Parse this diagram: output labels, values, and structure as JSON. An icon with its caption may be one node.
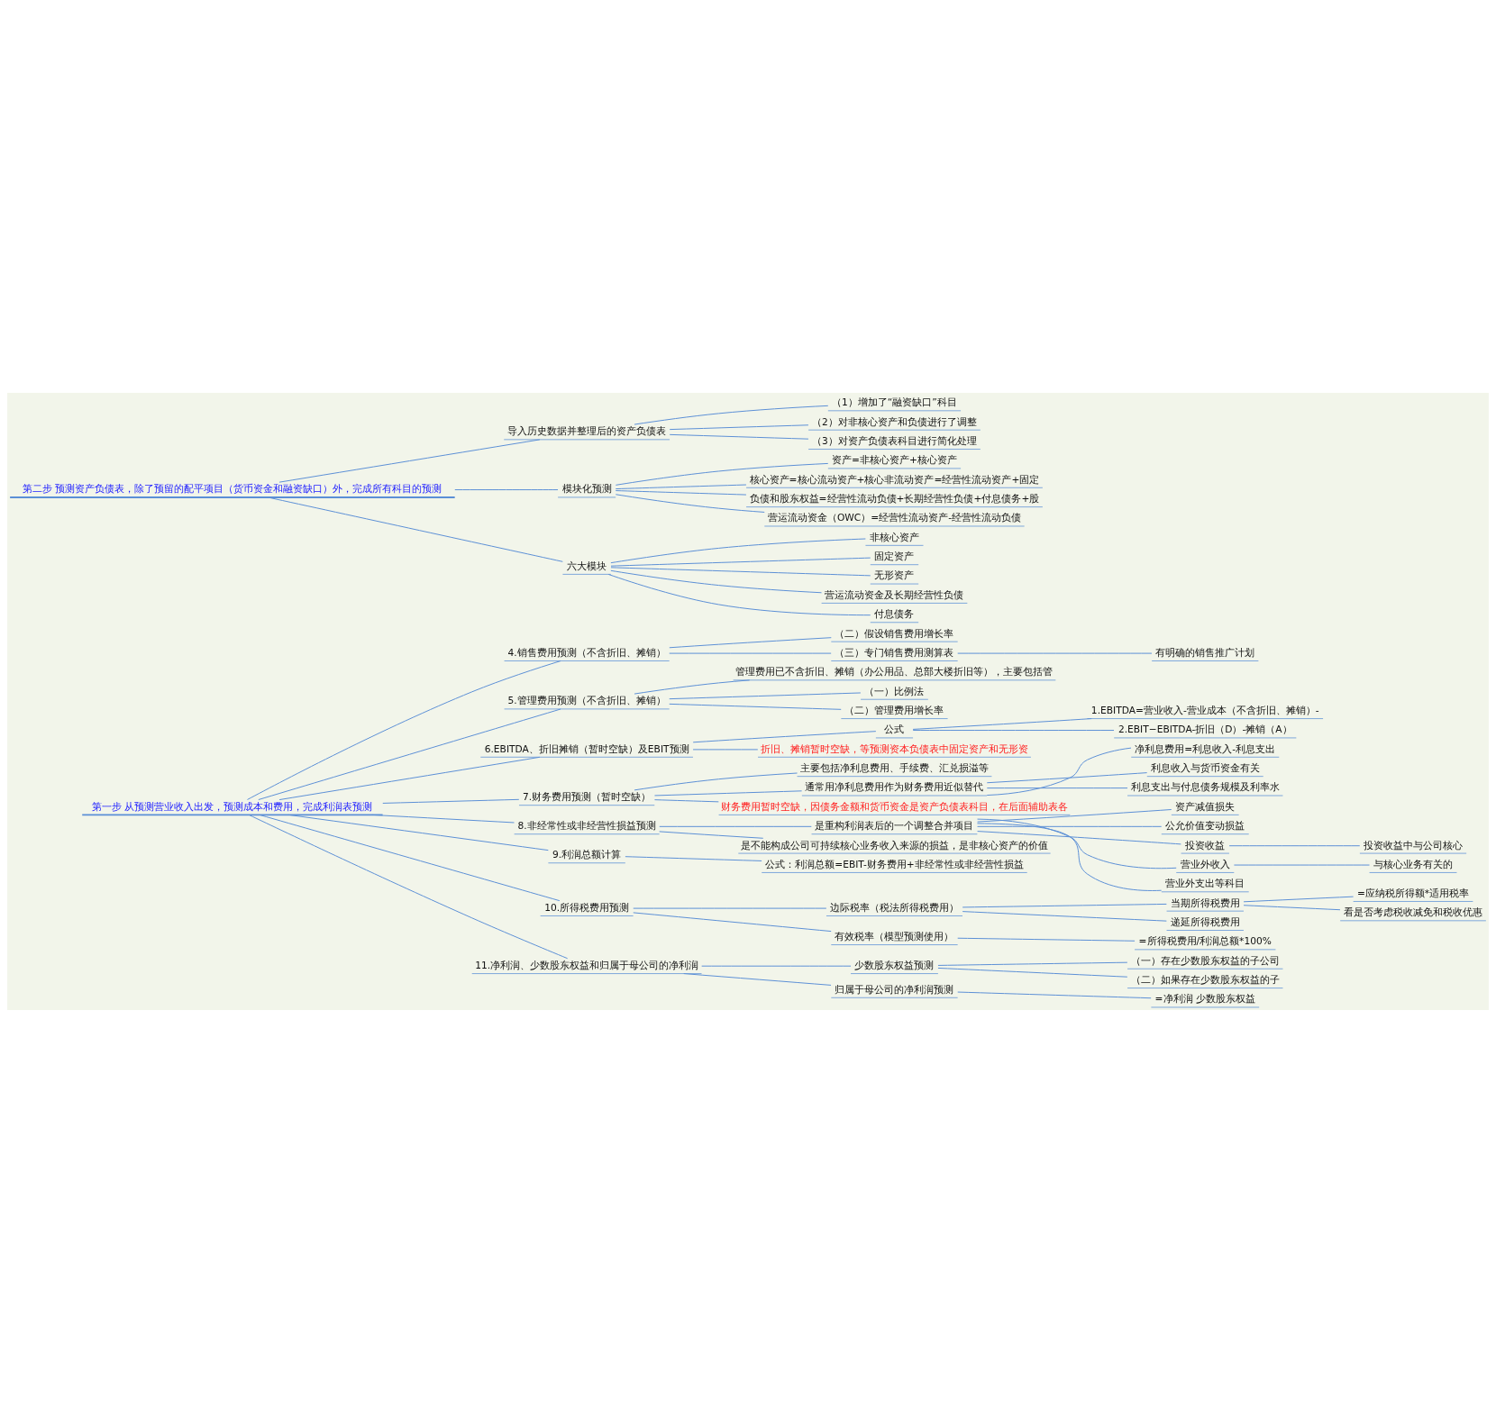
{
  "diagram": {
    "nodes": [
      {
        "text": [
          "第一步 从预测营业收入出发，预测成本和费用，完成利润表预测"
        ]
      },
      {
        "text": [
          "4.销售费用预测（不含折旧、摊销）"
        ]
      },
      {
        "text": [
          "（二）假设销售费用增长率"
        ]
      },
      {
        "text": [
          "（三）专门销售费用测算表"
        ]
      },
      {
        "text": [
          "有明确的销售推广计划"
        ]
      },
      {
        "text": [
          "5.管理费用预测（不含折旧、摊销）"
        ]
      },
      {
        "text": [
          "管理费用已不含折旧、摊销（办公用品、总部大楼折旧等），主要包括管"
        ]
      },
      {
        "text": [
          "（一）比例法"
        ]
      },
      {
        "text": [
          "（二）管理费用增长率"
        ]
      },
      {
        "text": [
          "6.EBITDA、折旧摊销（暂时空缺）及EBIT预测"
        ]
      },
      {
        "text": [
          "公式"
        ]
      },
      {
        "text": [
          "1.EBITDA=营业收入-营业成本（不含折旧、摊销）-"
        ]
      },
      {
        "text": [
          "2.EBIT−EBITDA-折旧（D）-摊销（A）"
        ]
      },
      {
        "text": [
          "折旧、摊销暂时空缺，等预测资本负债表中固定资产和无形资"
        ]
      },
      {
        "text": [
          "7.财务费用预测（暂时空缺）"
        ]
      },
      {
        "text": [
          "主要包括净利息费用、手续费、汇兑损溢等"
        ]
      },
      {
        "text": [
          "通常用净利息费用作为财务费用近似替代"
        ]
      },
      {
        "text": [
          "净利息费用=利息收入-利息支出"
        ]
      },
      {
        "text": [
          "利息收入与货币资金有关"
        ]
      },
      {
        "text": [
          "利息支出与付息债务规模及利率水"
        ]
      },
      {
        "text": [
          "财务费用暂时空缺，因债务金额和货币资金是资产负债表科目，在后面辅助表各"
        ]
      },
      {
        "text": [
          "8.非经常性或非经营性损益预测"
        ]
      },
      {
        "text": [
          "是重构利润表后的一个调整合并项目"
        ]
      },
      {
        "text": [
          "资产减值损失"
        ]
      },
      {
        "text": [
          "公允价值变动损益"
        ]
      },
      {
        "text": [
          "投资收益"
        ]
      },
      {
        "text": [
          "投资收益中与公司核心"
        ]
      },
      {
        "text": [
          "营业外收入"
        ]
      },
      {
        "text": [
          "与核心业务有关的"
        ]
      },
      {
        "text": [
          "营业外支出等科目"
        ]
      },
      {
        "text": [
          "是不能构成公司可持续核心业务收入来源的损益，是非核心资产的价值"
        ]
      },
      {
        "text": [
          "9.利润总额计算"
        ]
      },
      {
        "text": [
          "公式：利润总额=EBIT-财务费用+非经常性或非经营性损益"
        ]
      },
      {
        "text": [
          "10.所得税费用预测"
        ]
      },
      {
        "text": [
          "边际税率（税法所得税费用）"
        ]
      },
      {
        "text": [
          "当期所得税费用"
        ]
      },
      {
        "text": [
          "=应纳税所得额*适用税率"
        ]
      },
      {
        "text": [
          "看是否考虑税收减免和税收优惠"
        ]
      },
      {
        "text": [
          "递延所得税费用"
        ]
      },
      {
        "text": [
          "有效税率（模型预测使用）"
        ]
      },
      {
        "text": [
          "=所得税费用/利润总额*100%"
        ]
      },
      {
        "text": [
          "11.净利润、少数股东权益和归属于母公司的净利润"
        ]
      },
      {
        "text": [
          "少数股东权益预测"
        ]
      },
      {
        "text": [
          "（一）存在少数股东权益的子公司"
        ]
      },
      {
        "text": [
          "（二）如果存在少数股东权益的子"
        ]
      },
      {
        "text": [
          "归属于母公司的净利润预测"
        ]
      },
      {
        "text": [
          "=净利润 少数股东权益"
        ]
      },
      {
        "text": [
          "第二步 预测资产负债表，除了预留的配平项目（货币资金和融资缺口）外，完成所有科目的预测"
        ]
      },
      {
        "text": [
          "导入历史数据并整理后的资产负债表"
        ]
      },
      {
        "text": [
          "（1）增加了“融资缺口”科目"
        ]
      },
      {
        "text": [
          "（2）对非核心资产和负债进行了调整"
        ]
      },
      {
        "text": [
          "（3）对资产负债表科目进行简化处理"
        ]
      },
      {
        "text": [
          "模块化预测"
        ]
      },
      {
        "text": [
          "资产=非核心资产+核心资产"
        ]
      },
      {
        "text": [
          "核心资产=核心流动资产+核心非流动资产=经营性流动资产+固定"
        ]
      },
      {
        "text": [
          "负债和股东权益=经营性流动负债+长期经营性负债+付息债务+股"
        ]
      },
      {
        "text": [
          "营运流动资金（OWC）=经营性流动资产-经营性流动负债"
        ]
      },
      {
        "text": [
          "六大模块"
        ]
      },
      {
        "text": [
          "非核心资产"
        ]
      },
      {
        "text": [
          "固定资产"
        ]
      },
      {
        "text": [
          "无形资产"
        ]
      },
      {
        "text": [
          "营运流动资金及长期经营性负债"
        ]
      },
      {
        "text": [
          "付息债务"
        ]
      }
    ],
    "edges": [
      {
        "from": 0,
        "to": 1,
        "arrow": "none"
      },
      {
        "from": 1,
        "to": 2,
        "arrow": "none"
      },
      {
        "from": 1,
        "to": 3,
        "arrow": "none"
      },
      {
        "from": 3,
        "to": 4,
        "arrow": "none"
      },
      {
        "from": 0,
        "to": 5,
        "arrow": "none"
      },
      {
        "from": 5,
        "to": 6,
        "arrow": "none"
      },
      {
        "from": 5,
        "to": 7,
        "arrow": "none"
      },
      {
        "from": 5,
        "to": 8,
        "arrow": "none"
      },
      {
        "from": 0,
        "to": 9,
        "arrow": "none"
      },
      {
        "from": 9,
        "to": 10,
        "arrow": "none"
      },
      {
        "from": 10,
        "to": 11,
        "arrow": "none"
      },
      {
        "from": 10,
        "to": 12,
        "arrow": "none"
      },
      {
        "from": 9,
        "to": 13,
        "arrow": "none"
      },
      {
        "from": 0,
        "to": 14,
        "arrow": "none"
      },
      {
        "from": 14,
        "to": 15,
        "arrow": "none"
      },
      {
        "from": 14,
        "to": 16,
        "arrow": "none"
      },
      {
        "from": 16,
        "to": 17,
        "arrow": "none"
      },
      {
        "from": 16,
        "to": 18,
        "arrow": "none"
      },
      {
        "from": 16,
        "to": 19,
        "arrow": "none"
      },
      {
        "from": 14,
        "to": 20,
        "arrow": "none"
      },
      {
        "from": 0,
        "to": 21,
        "arrow": "none"
      },
      {
        "from": 21,
        "to": 22,
        "arrow": "none"
      },
      {
        "from": 22,
        "to": 23,
        "arrow": "none"
      },
      {
        "from": 22,
        "to": 24,
        "arrow": "none"
      },
      {
        "from": 22,
        "to": 25,
        "arrow": "none"
      },
      {
        "from": 25,
        "to": 26,
        "arrow": "none"
      },
      {
        "from": 22,
        "to": 27,
        "arrow": "none"
      },
      {
        "from": 27,
        "to": 28,
        "arrow": "none"
      },
      {
        "from": 22,
        "to": 29,
        "arrow": "none"
      },
      {
        "from": 21,
        "to": 30,
        "arrow": "none"
      },
      {
        "from": 0,
        "to": 31,
        "arrow": "none"
      },
      {
        "from": 31,
        "to": 32,
        "arrow": "none"
      },
      {
        "from": 0,
        "to": 33,
        "arrow": "none"
      },
      {
        "from": 33,
        "to": 34,
        "arrow": "none"
      },
      {
        "from": 34,
        "to": 35,
        "arrow": "none"
      },
      {
        "from": 35,
        "to": 36,
        "arrow": "none"
      },
      {
        "from": 35,
        "to": 37,
        "arrow": "none"
      },
      {
        "from": 34,
        "to": 38,
        "arrow": "none"
      },
      {
        "from": 33,
        "to": 39,
        "arrow": "none"
      },
      {
        "from": 39,
        "to": 40,
        "arrow": "none"
      },
      {
        "from": 0,
        "to": 41,
        "arrow": "none"
      },
      {
        "from": 41,
        "to": 42,
        "arrow": "none"
      },
      {
        "from": 42,
        "to": 43,
        "arrow": "none"
      },
      {
        "from": 42,
        "to": 44,
        "arrow": "none"
      },
      {
        "from": 41,
        "to": 45,
        "arrow": "none"
      },
      {
        "from": 45,
        "to": 46,
        "arrow": "none"
      },
      {
        "from": 47,
        "to": 48,
        "arrow": "none"
      },
      {
        "from": 48,
        "to": 49,
        "arrow": "none"
      },
      {
        "from": 48,
        "to": 50,
        "arrow": "none"
      },
      {
        "from": 48,
        "to": 51,
        "arrow": "none"
      },
      {
        "from": 47,
        "to": 52,
        "arrow": "none"
      },
      {
        "from": 52,
        "to": 53,
        "arrow": "none"
      },
      {
        "from": 52,
        "to": 54,
        "arrow": "none"
      },
      {
        "from": 52,
        "to": 55,
        "arrow": "none"
      },
      {
        "from": 52,
        "to": 56,
        "arrow": "none"
      },
      {
        "from": 47,
        "to": 57,
        "arrow": "none"
      },
      {
        "from": 57,
        "to": 58,
        "arrow": "none"
      },
      {
        "from": 57,
        "to": 59,
        "arrow": "none"
      },
      {
        "from": 57,
        "to": 60,
        "arrow": "none"
      },
      {
        "from": 57,
        "to": 61,
        "arrow": "none"
      },
      {
        "from": 57,
        "to": 62,
        "arrow": "none"
      }
    ]
  }
}
